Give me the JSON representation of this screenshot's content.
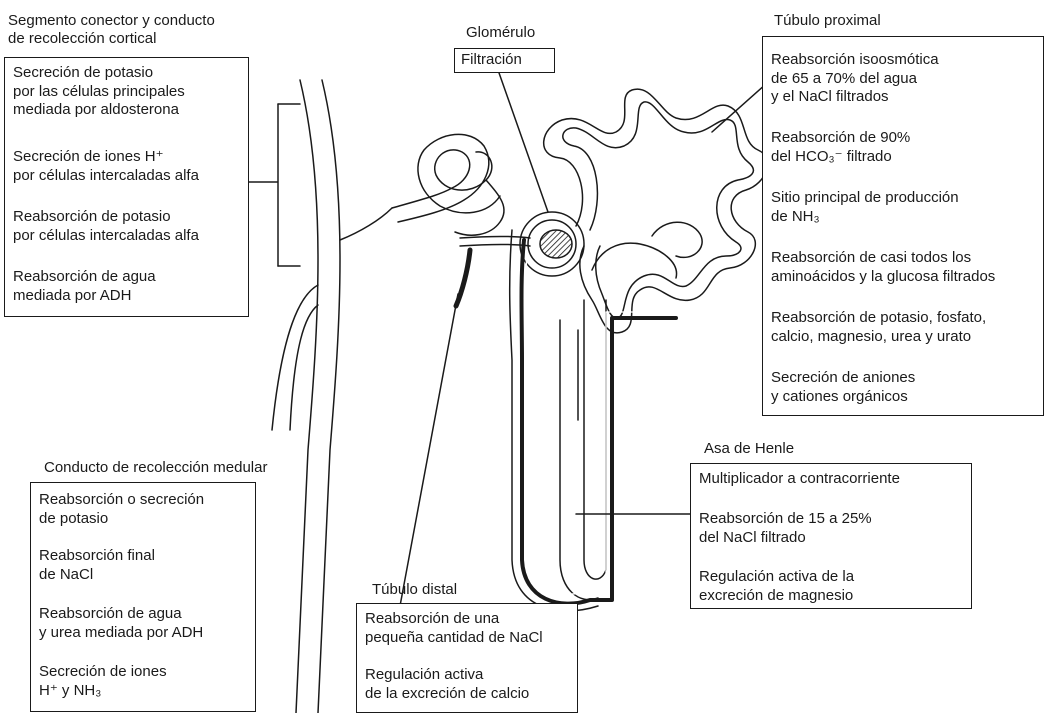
{
  "glomerulo": {
    "title": "Glomérulo",
    "box": "Filtración"
  },
  "segmento_cortical": {
    "title": "Segmento conector y conducto\nde recolección cortical",
    "items": [
      "Secreción de potasio\npor las células principales\nmediada por aldosterona",
      "Secreción de iones H⁺\npor células intercaladas alfa",
      "Reabsorción de potasio\npor células intercaladas alfa",
      "Reabsorción de agua\nmediada por ADH"
    ]
  },
  "tubulo_proximal": {
    "title": "Túbulo proximal",
    "items": [
      "Reabsorción isoosmótica\nde 65 a 70% del agua\ny el NaCl filtrados",
      "Reabsorción de 90%\ndel HCO₃⁻ filtrado",
      "Sitio principal de producción\nde NH₃",
      "Reabsorción de casi todos los\naminoácidos y la glucosa filtrados",
      "Reabsorción de potasio, fosfato,\ncalcio, magnesio, urea y urato",
      "Secreción de aniones\ny cationes orgánicos"
    ]
  },
  "asa_henle": {
    "title": "Asa de Henle",
    "items": [
      "Multiplicador a contracorriente",
      "Reabsorción de 15 a 25%\ndel NaCl filtrado",
      "Regulación activa de la\nexcreción de magnesio"
    ]
  },
  "conducto_medular": {
    "title": "Conducto de recolección medular",
    "items": [
      "Reabsorción o secreción\nde potasio",
      "Reabsorción final\nde NaCl",
      "Reabsorción de agua\ny urea mediada por ADH",
      "Secreción de iones\nH⁺ y NH₃"
    ]
  },
  "tubulo_distal": {
    "title": "Túbulo distal",
    "items": [
      "Reabsorción de una\npequeña cantidad de NaCl",
      "Regulación activa\nde la excreción de calcio"
    ]
  }
}
